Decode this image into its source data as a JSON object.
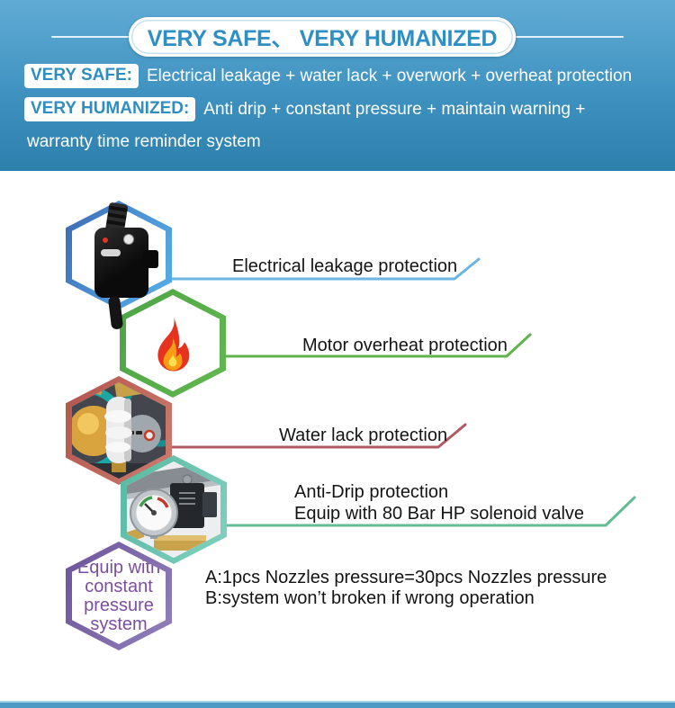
{
  "hero": {
    "title": "VERY SAFE、 VERY HUMANIZED",
    "title_color": "#2f8fc3",
    "background_top": "#60abd5",
    "background_bottom": "#2d80ac",
    "safe_tag": "VERY SAFE:",
    "safe_text": "Electrical leakage + water lack + overwork + overheat protection",
    "humanized_tag": "VERY HUMANIZED:",
    "humanized_text": "Anti drip + constant pressure + maintain warning +",
    "humanized_text_2": "warranty time reminder system"
  },
  "features": [
    {
      "label": "Electrical leakage protection",
      "icon": "leakage-protector-plug",
      "accent": "#6cb5e3",
      "hex_border": "#4b8fd2",
      "line_points": "189,310 505,310 532,288"
    },
    {
      "label": "Motor overheat protection",
      "icon": "flame",
      "accent": "#61b14d",
      "hex_border": "#58b04c",
      "line_points": "250,396 563,396 589,372"
    },
    {
      "label": "Water lack protection",
      "icon": "pump-photo",
      "accent": "#b05a63",
      "hex_border": "#c4685e",
      "line_points": "189,497 487,497 517,472"
    },
    {
      "label": "Anti-Drip protection",
      "label2": "Equip with 80 Bar HP solenoid valve",
      "icon": "solenoid-valve-photo",
      "accent": "#62bd94",
      "hex_border": "#66c1ab",
      "line_points": "250,584 673,584 705,553"
    },
    {
      "label": "A:1pcs Nozzles pressure=30pcs Nozzles pressure",
      "label2": "B:system won’t broken if wrong operation",
      "accent": "#5e5b8d",
      "hex_border": "#7e62a8",
      "hex_text_color": "#7c4da0",
      "hex_lines": [
        "Equip with",
        "constant",
        "pressure",
        "system"
      ]
    }
  ],
  "footer": {
    "line_color": "#a6d3e6",
    "bar_color": "#4d9bc5"
  }
}
